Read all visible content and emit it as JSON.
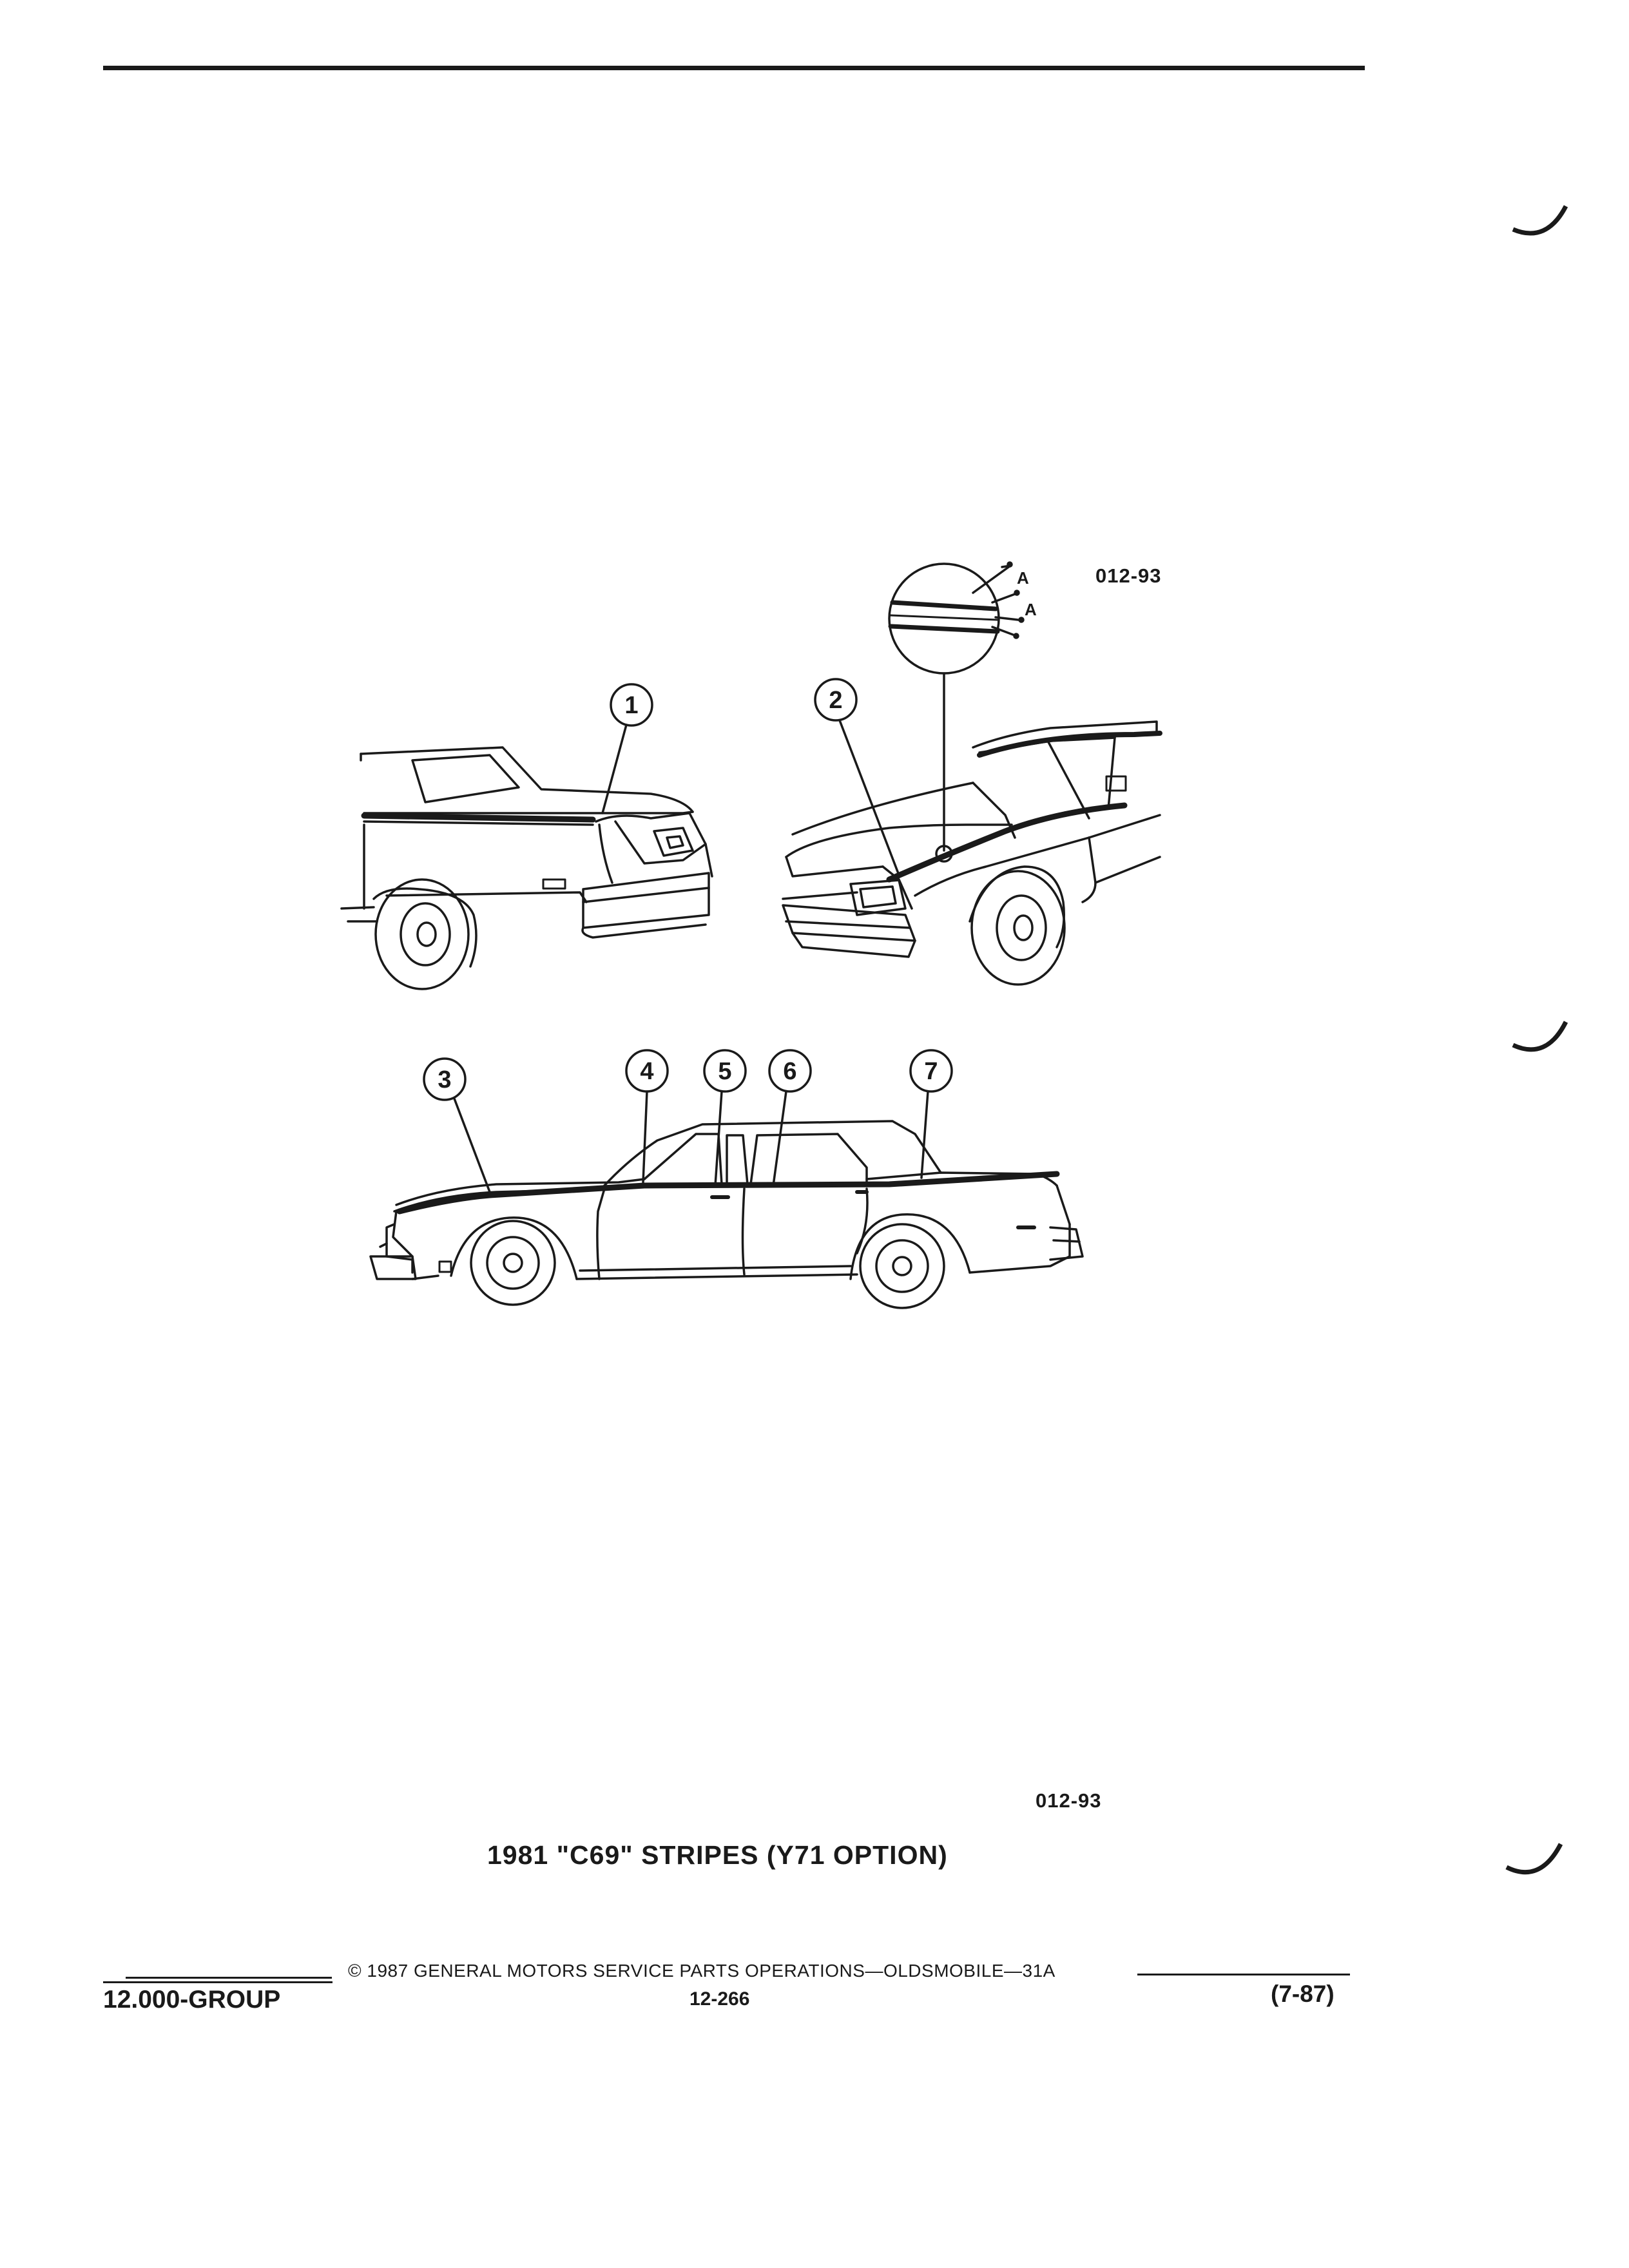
{
  "figure": {
    "code_top": "012-93",
    "code_bottom": "012-93",
    "detail_callout_labels": [
      "A",
      "A"
    ],
    "item_numbers": [
      "1",
      "2",
      "3",
      "4",
      "5",
      "6",
      "7"
    ]
  },
  "caption": "1981 \"C69\" STRIPES (Y71 OPTION)",
  "footer": {
    "copyright": "© 1987 GENERAL MOTORS SERVICE PARTS OPERATIONS—OLDSMOBILE—31A",
    "group": "12.000-GROUP",
    "page": "12-266",
    "revision": "(7-87)"
  },
  "colors": {
    "ink": "#1a1a1a",
    "paper": "#ffffff"
  }
}
